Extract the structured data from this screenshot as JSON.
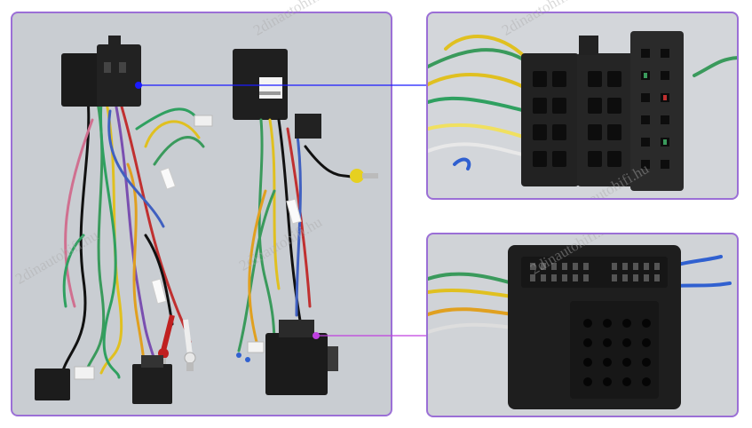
{
  "watermarks": {
    "site": "2dinautohifi.hu"
  },
  "panels": {
    "main": {
      "name": "harness-overview-photo"
    },
    "top_detail": {
      "name": "iso-connector-closeup"
    },
    "bottom_detail": {
      "name": "quadlock-connector-closeup"
    }
  },
  "colors": {
    "panel_border": "#9b6fd6",
    "callout_blue": "#1a1aff",
    "callout_purple": "#c040e0"
  }
}
